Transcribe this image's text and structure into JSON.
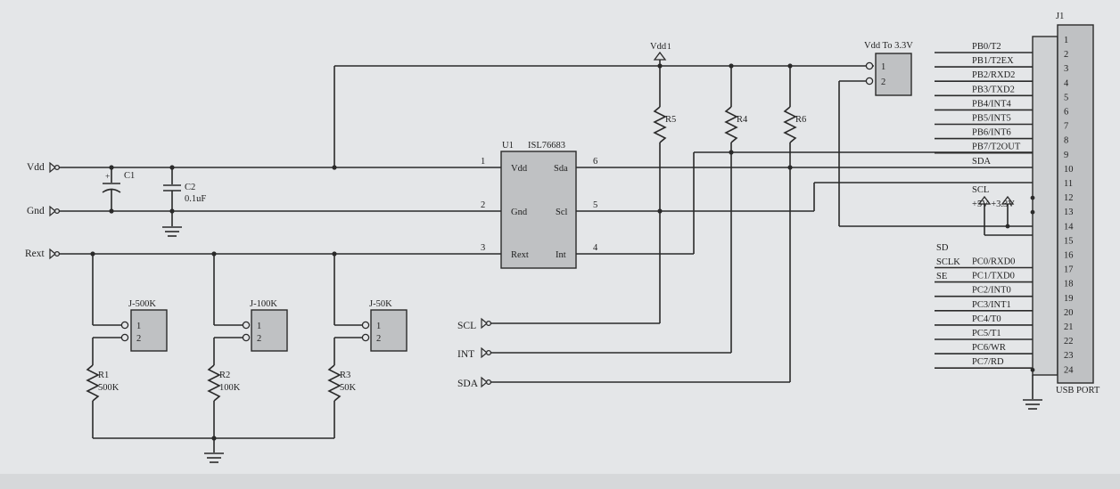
{
  "ports_left": {
    "vdd": "Vdd",
    "gnd": "Gnd",
    "rext": "Rext"
  },
  "ports_bottom": {
    "scl": "SCL",
    "int": "INT",
    "sda": "SDA"
  },
  "capacitors": {
    "c1": "C1",
    "c2": "C2",
    "c2_value": "0.1uF"
  },
  "u1": {
    "ref": "U1",
    "part": "ISL76683",
    "pins_left": [
      {
        "num": "1",
        "name": "Vdd"
      },
      {
        "num": "2",
        "name": "Gnd"
      },
      {
        "num": "3",
        "name": "Rext"
      }
    ],
    "pins_right": [
      {
        "num": "6",
        "name": "Sda"
      },
      {
        "num": "5",
        "name": "Scl"
      },
      {
        "num": "4",
        "name": "Int"
      }
    ]
  },
  "pullups": {
    "vdd_label": "Vdd",
    "r5": "R5",
    "r4": "R4",
    "r6": "R6"
  },
  "jumpers": [
    {
      "label": "J-500K",
      "p1": "1",
      "p2": "2",
      "r": "R1",
      "rv": "500K"
    },
    {
      "label": "J-100K",
      "p1": "1",
      "p2": "2",
      "r": "R2",
      "rv": "100K"
    },
    {
      "label": "J-50K",
      "p1": "1",
      "p2": "2",
      "r": "R3",
      "rv": "50K"
    }
  ],
  "vdd_jumper": {
    "label": "Vdd To 3.3V",
    "p1": "1",
    "p2": "2"
  },
  "usb": {
    "ref": "J1",
    "name": "USB PORT",
    "pins": [
      "1",
      "2",
      "3",
      "4",
      "5",
      "6",
      "7",
      "8",
      "9",
      "10",
      "11",
      "12",
      "13",
      "14",
      "15",
      "16",
      "17",
      "18",
      "19",
      "20",
      "21",
      "22",
      "23",
      "24"
    ],
    "signals": [
      "PB0/T2",
      "PB1/T2EX",
      "PB2/RXD2",
      "PB3/TXD2",
      "PB4/INT4",
      "PB5/INT5",
      "PB6/INT6",
      "PB7/T2OUT",
      "SDA",
      "",
      "SCL",
      "+5V +3.3V",
      "",
      "",
      "",
      "PC0/RXD0",
      "PC1/TXD0",
      "PC2/INT0",
      "PC3/INT1",
      "PC4/T0",
      "PC5/T1",
      "PC6/WR",
      "PC7/RD",
      ""
    ],
    "side_labels": [
      "SD",
      "SCLK",
      "SE"
    ]
  }
}
